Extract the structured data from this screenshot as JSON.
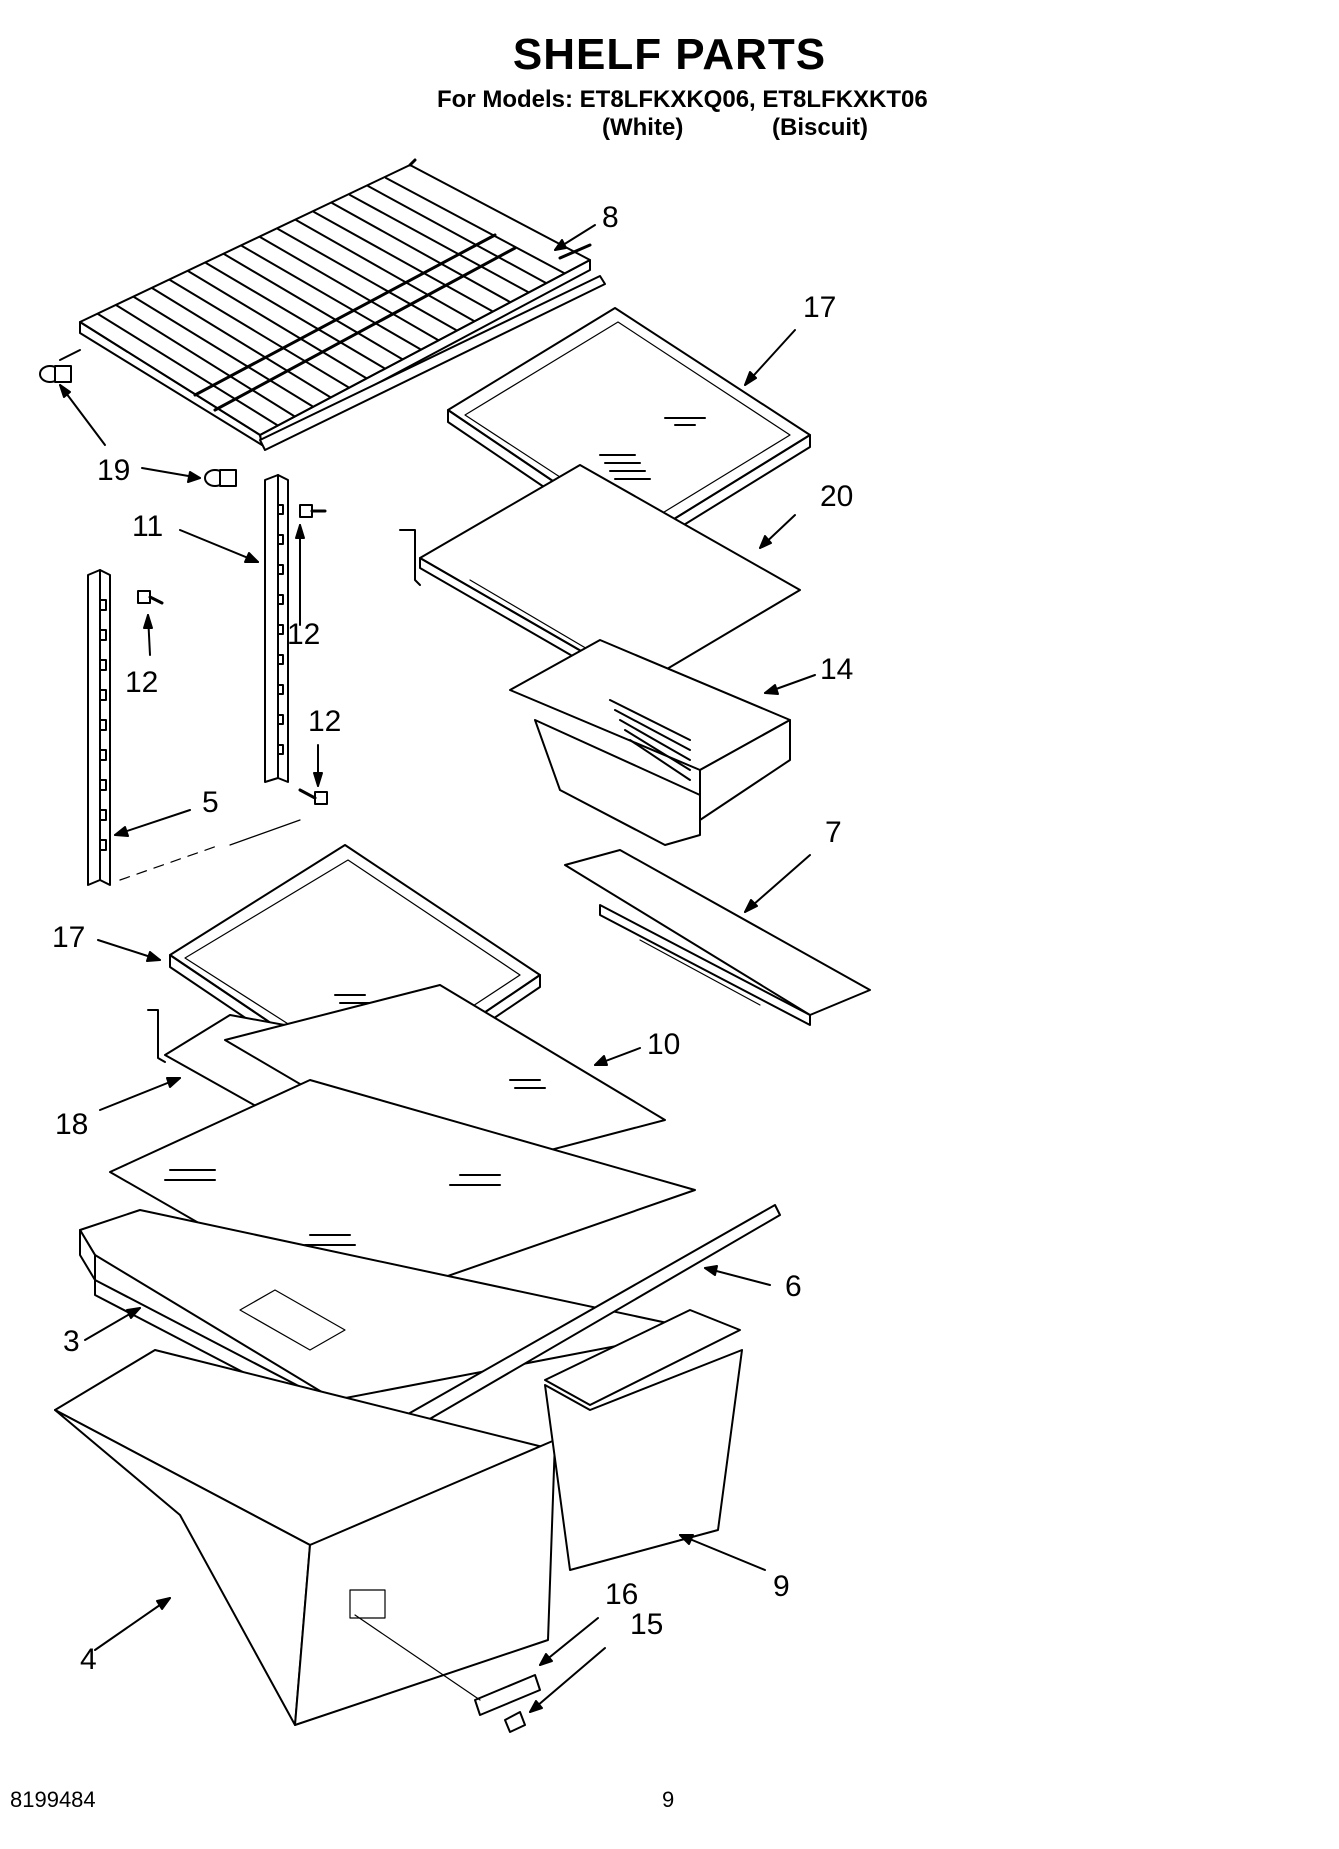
{
  "title": "SHELF PARTS",
  "models_line": "For Models: ET8LFKXKQ06, ET8LFKXKT06",
  "variants": [
    "(White)",
    "(Biscuit)"
  ],
  "callouts": {
    "c8": "8",
    "c17_top": "17",
    "c19": "19",
    "c11": "11",
    "c20": "20",
    "c12_a": "12",
    "c12_b": "12",
    "c12_c": "12",
    "c14": "14",
    "c5": "5",
    "c7": "7",
    "c17_mid": "17",
    "c10": "10",
    "c18": "18",
    "c6": "6",
    "c3": "3",
    "c9": "9",
    "c16": "16",
    "c15": "15",
    "c4": "4"
  },
  "footer": {
    "doc_number": "8199484",
    "page_number": "9"
  }
}
